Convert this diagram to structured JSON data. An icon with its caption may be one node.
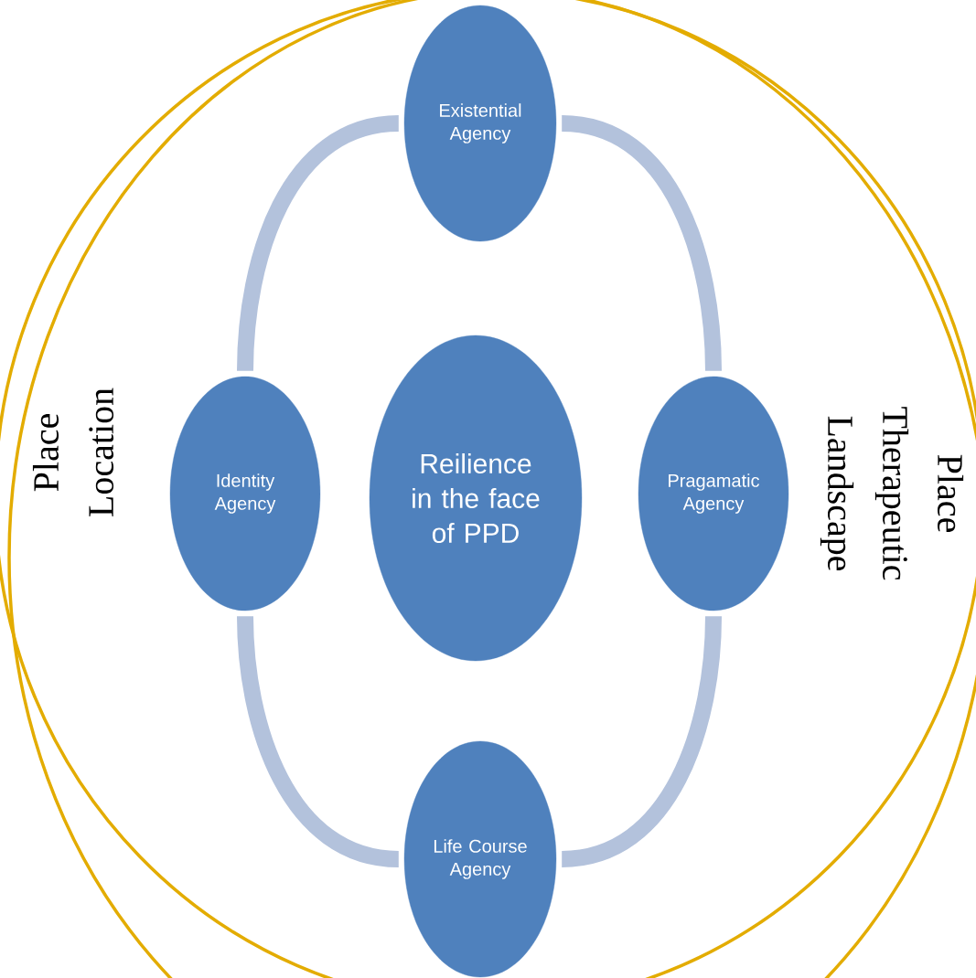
{
  "diagram": {
    "nodes": [
      {
        "text": [
          "Existential Agency"
        ]
      },
      {
        "text": [
          "Identity Agency"
        ]
      },
      {
        "text": [
          "Reilience in the face of PPD"
        ]
      },
      {
        "text": [
          "Pragamatic Agency"
        ]
      },
      {
        "text": [
          "Life Course Agency"
        ]
      }
    ],
    "edges": [
      {
        "from": 0,
        "to": 3,
        "arrow": "none",
        "color": "#b3c2dc"
      },
      {
        "from": 3,
        "to": 4,
        "arrow": "none",
        "color": "#b3c2dc"
      },
      {
        "from": 4,
        "to": 1,
        "arrow": "none",
        "color": "#b3c2dc"
      },
      {
        "from": 1,
        "to": 0,
        "arrow": "none",
        "color": "#b3c2dc"
      }
    ],
    "labels": [
      "Place Location",
      "Place Therapeutic Landscape"
    ]
  }
}
